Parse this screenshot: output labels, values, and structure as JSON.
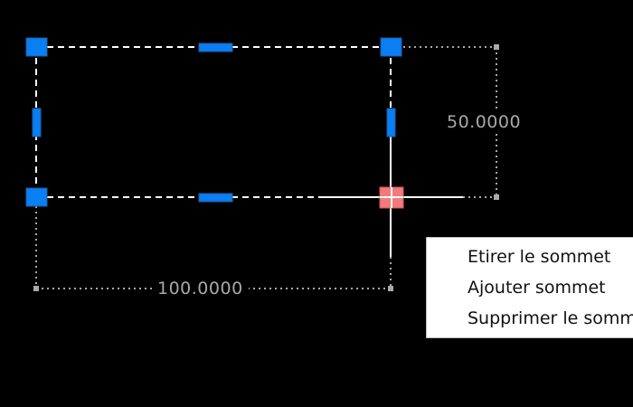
{
  "colors": {
    "background": "#000000",
    "grip": "#0a7ef3",
    "hot_grip": "#f37a7a",
    "geometry": "#ffffff",
    "dimension": "#a9a9a9",
    "menu_background": "#ffffff"
  },
  "dimensions": {
    "horizontal": "100.0000",
    "vertical": "50.0000"
  },
  "context_menu": {
    "items": [
      {
        "label": "Etirer le sommet"
      },
      {
        "label": "Ajouter sommet"
      },
      {
        "label": "Supprimer le sommet"
      }
    ]
  }
}
